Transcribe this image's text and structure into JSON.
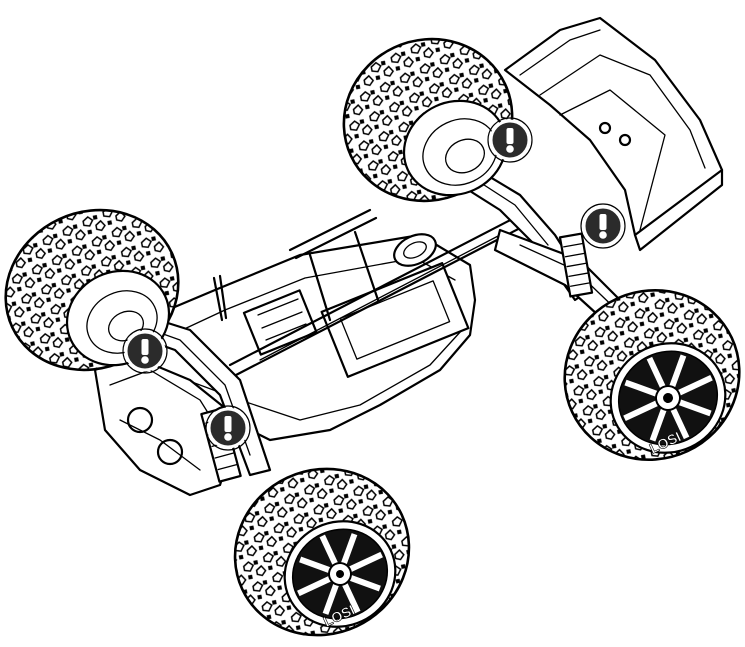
{
  "image": {
    "background": "#ffffff",
    "line_color": "#000000",
    "badge_color": "#2b2b2b",
    "badge_mark_color": "#ffffff"
  },
  "wheels": [
    {
      "id": "rear-right",
      "rim": "plain"
    },
    {
      "id": "front-right",
      "rim": "plain"
    },
    {
      "id": "rear-left",
      "rim": "spoked"
    },
    {
      "id": "front-left",
      "rim": "spoked"
    }
  ],
  "rim_text": "LOSI",
  "warning_badges": [
    {
      "id": "rear-right-shock",
      "icon": "exclamation-icon"
    },
    {
      "id": "rear-left-shock",
      "icon": "exclamation-icon"
    },
    {
      "id": "front-right-shock",
      "icon": "exclamation-icon"
    },
    {
      "id": "front-left-shock",
      "icon": "exclamation-icon"
    }
  ]
}
